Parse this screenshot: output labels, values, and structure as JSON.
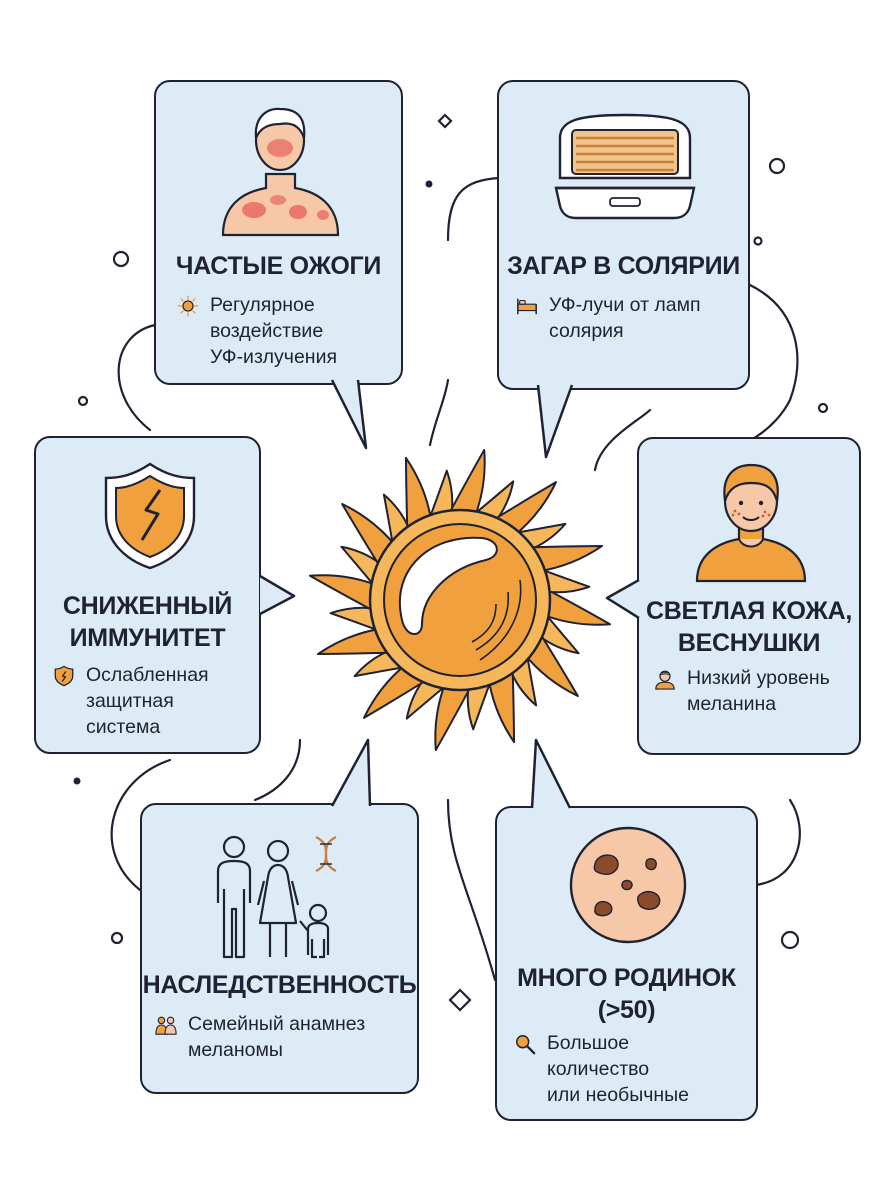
{
  "colors": {
    "card_fill": "#ddebf6",
    "outline": "#1f2233",
    "accent_orange": "#f0a03c",
    "skin": "#f6c8a8",
    "burn": "#e76a60"
  },
  "cards": {
    "burns": {
      "title": "ЧАСТЫЕ ОЖОГИ",
      "icon": "sun-small-icon",
      "description": "Регулярное\nвоздействие\nУФ-излучения"
    },
    "solarium": {
      "title": "ЗАГАР В СОЛЯРИИ",
      "icon": "bed-icon",
      "description": "УФ-лучи от ламп\nсолярия"
    },
    "immunity": {
      "title": "СНИЖЕННЫЙ\nИММУНИТЕТ",
      "icon": "cracked-shield-icon",
      "description": "Ослабленная\nзащитная\nсистема"
    },
    "skin": {
      "title": "СВЕТЛАЯ КОЖА,\nВЕСНУШКИ",
      "icon": "person-icon",
      "description": "Низкий уровень\nмеланина"
    },
    "heredity": {
      "title": "НАСЛЕДСТВЕННОСТЬ",
      "icon": "family-icon",
      "description": "Семейный анамнез\nмеланомы"
    },
    "moles": {
      "title": "МНОГО РОДИНОК\n(>50)",
      "icon": "magnifier-icon",
      "description": "Большое\nколичество\nили необычные"
    }
  }
}
